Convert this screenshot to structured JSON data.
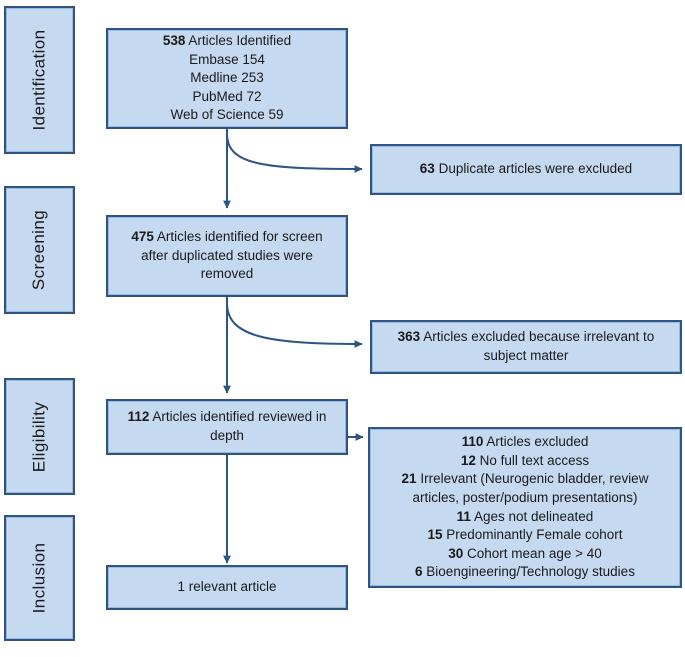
{
  "diagram": {
    "title": "PRISMA study selection flow diagram",
    "colors": {
      "box_fill": "#c5d9f1",
      "box_border": "#2e5484",
      "connector": "#2e5484",
      "background": "#ffffff",
      "text": "#1a1a1a"
    }
  },
  "stages": [
    {
      "label": "Identification"
    },
    {
      "label": "Screening"
    },
    {
      "label": "Eligibility"
    },
    {
      "label": "Inclusion"
    }
  ],
  "boxes": {
    "identified": {
      "lines": [
        {
          "count": "538",
          "text": "Articles Identified",
          "bold_count": true
        },
        {
          "count": "",
          "text": "Embase 154",
          "bold_count": false
        },
        {
          "count": "",
          "text": "Medline 253",
          "bold_count": false
        },
        {
          "count": "",
          "text": "PubMed 72",
          "bold_count": false
        },
        {
          "count": "",
          "text": "Web of Science 59",
          "bold_count": false
        }
      ]
    },
    "duplicates_excluded": {
      "lines": [
        {
          "count": "63",
          "text": "Duplicate articles were excluded",
          "bold_count": true
        }
      ]
    },
    "screened": {
      "lines": [
        {
          "count": "475",
          "text": "Articles identified for screen after duplicated studies were removed",
          "bold_count": true
        }
      ]
    },
    "irrelevant_excluded": {
      "lines": [
        {
          "count": "363",
          "text": "Articles excluded because irrelevant to subject matter",
          "bold_count": true
        }
      ]
    },
    "reviewed_in_depth": {
      "lines": [
        {
          "count": "112",
          "text": "Articles identified reviewed in depth",
          "bold_count": true
        }
      ]
    },
    "excluded_detail": {
      "lines": [
        {
          "count": "110",
          "text": "Articles excluded",
          "bold_count": true
        },
        {
          "count": "12",
          "text": "No full text access",
          "bold_count": true
        },
        {
          "count": "21",
          "text": "Irrelevant (Neurogenic bladder, review articles, poster/podium presentations)",
          "bold_count": true
        },
        {
          "count": "11",
          "text": "Ages not delineated",
          "bold_count": true
        },
        {
          "count": "15",
          "text": "Predominantly Female cohort",
          "bold_count": true
        },
        {
          "count": "30",
          "text": "Cohort mean age > 40",
          "bold_count": true
        },
        {
          "count": "6",
          "text": "Bioengineering/Technology studies",
          "bold_count": true
        }
      ]
    },
    "included": {
      "lines": [
        {
          "count": "",
          "text": "1 relevant article",
          "bold_count": false
        }
      ]
    }
  },
  "connectors": [
    {
      "name": "identified-to-screened",
      "kind": "arrow-down"
    },
    {
      "name": "identified-to-duplicates",
      "kind": "arrow-curve-right"
    },
    {
      "name": "screened-to-reviewed",
      "kind": "arrow-down"
    },
    {
      "name": "screened-to-irrelevant",
      "kind": "arrow-curve-right"
    },
    {
      "name": "reviewed-to-excluded-detail",
      "kind": "arrow-right"
    },
    {
      "name": "reviewed-to-included",
      "kind": "arrow-down"
    }
  ]
}
